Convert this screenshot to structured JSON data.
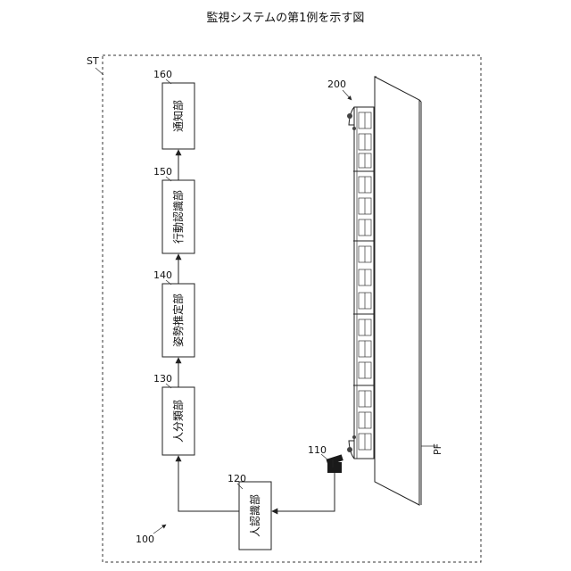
{
  "title": "監視システムの第1例を示す図",
  "system_ref": "100",
  "station_ref": "ST",
  "blocks": {
    "notify": {
      "num": "160",
      "label": "通知部"
    },
    "action_recog": {
      "num": "150",
      "label": "行動認識部"
    },
    "pose_est": {
      "num": "140",
      "label": "姿勢推定部"
    },
    "classify": {
      "num": "130",
      "label": "人分類部"
    },
    "person_recog": {
      "num": "120",
      "label": "人認識部"
    }
  },
  "camera": {
    "num": "110"
  },
  "train": {
    "num": "200"
  },
  "platform": {
    "label": "PF"
  }
}
